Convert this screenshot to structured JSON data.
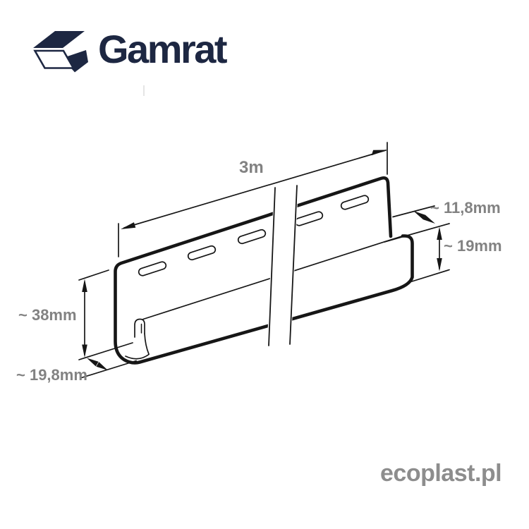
{
  "page": {
    "background": "#ffffff"
  },
  "brand": {
    "name": "Gamrat",
    "brand_color": "#1d2742"
  },
  "watermark": {
    "text": "ecoplast.pl",
    "color": "#8d8d8d"
  },
  "diagram": {
    "type": "technical-line-drawing",
    "subject": "PVC J-trim profile, perspective view with break lines and nail slots",
    "line_color": "#161616",
    "dimension_text_color": "#828282",
    "slot_count": 5,
    "dimensions": {
      "length_label": "3m",
      "opening_width_label": "~ 11,8mm",
      "lip_height_label": "~ 19mm",
      "flange_height_label": "~ 38mm",
      "bottom_width_label": "~ 19,8mm"
    }
  }
}
